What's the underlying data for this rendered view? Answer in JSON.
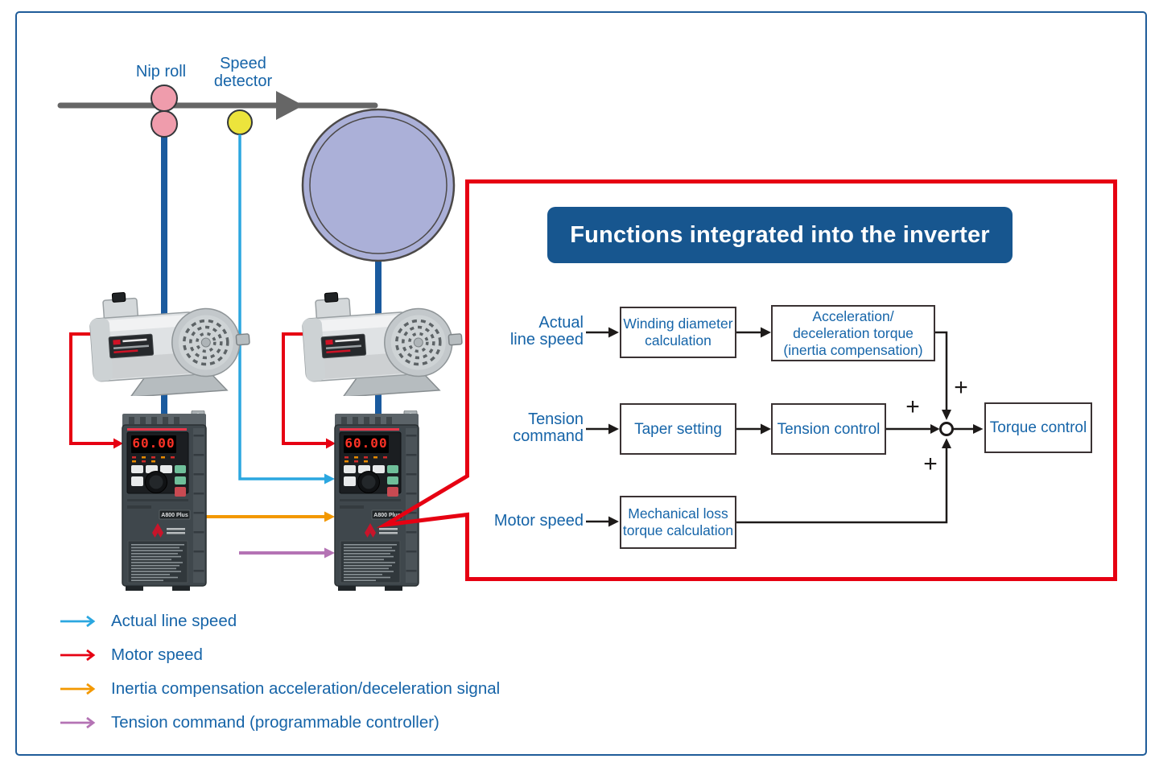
{
  "colors": {
    "frame_blue": "#1f5c99",
    "banner_blue": "#17568f",
    "label_blue": "#1664a8",
    "box_border": "#3a3233",
    "connector_black": "#1d1a19",
    "red": "#e60012",
    "line_blue_thick": "#1a5a9e",
    "line_light_blue": "#2ba7e0",
    "line_orange": "#f39800",
    "line_purple": "#b473b4",
    "web_gray": "#666666",
    "nip_roll_pink": "#ef9cac",
    "detector_yellow": "#ece43c",
    "roll_lavender": "#abb0d8",
    "display_red": "#ff3226"
  },
  "machine": {
    "nip_roll_label": "Nip roll",
    "speed_detector_label_lines": [
      "Speed",
      "detector"
    ],
    "inverter_display": "60.00",
    "inverter_model": "A800 Plus"
  },
  "functions_panel": {
    "title": "Functions integrated into the inverter",
    "plus_sign": "+",
    "row1": {
      "label_lines": [
        "Actual",
        "line speed"
      ],
      "box1_lines": [
        "Winding diameter",
        "calculation"
      ],
      "box2_lines": [
        "Acceleration/",
        "deceleration torque",
        "(inertia compensation)"
      ]
    },
    "row2": {
      "label_lines": [
        "Tension",
        "command"
      ],
      "box1_lines": [
        "Taper setting"
      ],
      "box2_lines": [
        "Tension control"
      ]
    },
    "row3": {
      "label_lines": [
        "Motor speed"
      ],
      "box1_lines": [
        "Mechanical loss",
        "torque calculation"
      ]
    },
    "output_box": "Torque control"
  },
  "legend": {
    "items": [
      {
        "color": "#2ba7e0",
        "label": "Actual line speed"
      },
      {
        "color": "#e60012",
        "label": "Motor speed"
      },
      {
        "color": "#f39800",
        "label": "Inertia compensation acceleration/deceleration signal"
      },
      {
        "color": "#b473b4",
        "label": "Tension command (programmable controller)"
      }
    ]
  }
}
